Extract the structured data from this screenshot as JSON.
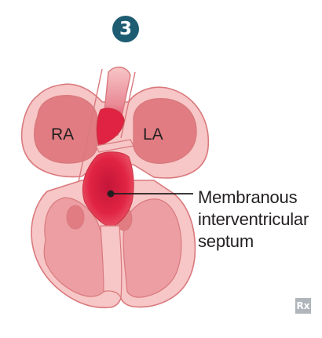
{
  "step_number": "3",
  "labels": {
    "right_atrium": "RA",
    "left_atrium": "LA"
  },
  "callout": {
    "line1": "Membranous",
    "line2": "interventricular",
    "line3": "septum"
  },
  "logo_text": "Rx",
  "colors": {
    "outer_tissue": "#f7c6c6",
    "tissue_outline": "#d9797d",
    "atrium_fill": "#e07c82",
    "ventricle_fill": "#ec9ea3",
    "papillary": "#e07c82",
    "septum_red": "#e02342",
    "badge": "#1e5c72",
    "text": "#231f20"
  }
}
